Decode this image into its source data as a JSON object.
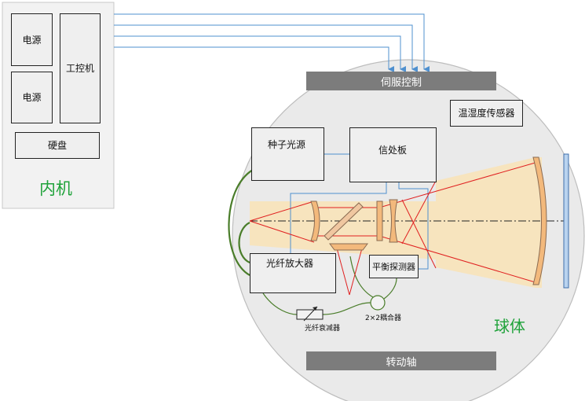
{
  "inner_machine": {
    "title": "内机",
    "power_1": "电源",
    "power_2": "电源",
    "industrial_pc": "工控机",
    "hard_disk": "硬盘"
  },
  "sphere": {
    "title": "球体",
    "servo_control": "伺服控制",
    "temp_humidity_sensor": "温湿度传感器",
    "seed_source": "种子光源",
    "signal_board": "信处板",
    "fiber_amplifier": "光纤放大器",
    "balanced_detector": "平衡探测器",
    "fiber_attenuator": "光纤衰减器",
    "coupler": "2×2耦合器",
    "rotary_shaft": "转动轴"
  },
  "colors": {
    "inner_title": "#1fa23a",
    "sphere_title": "#1fa23a",
    "signal_lines": "#4f90cf",
    "fiber_lines": "#4a7d2a",
    "beam": "#f8e3b9",
    "laser_ray": "#e02020",
    "bar": "#7c7c7c"
  }
}
